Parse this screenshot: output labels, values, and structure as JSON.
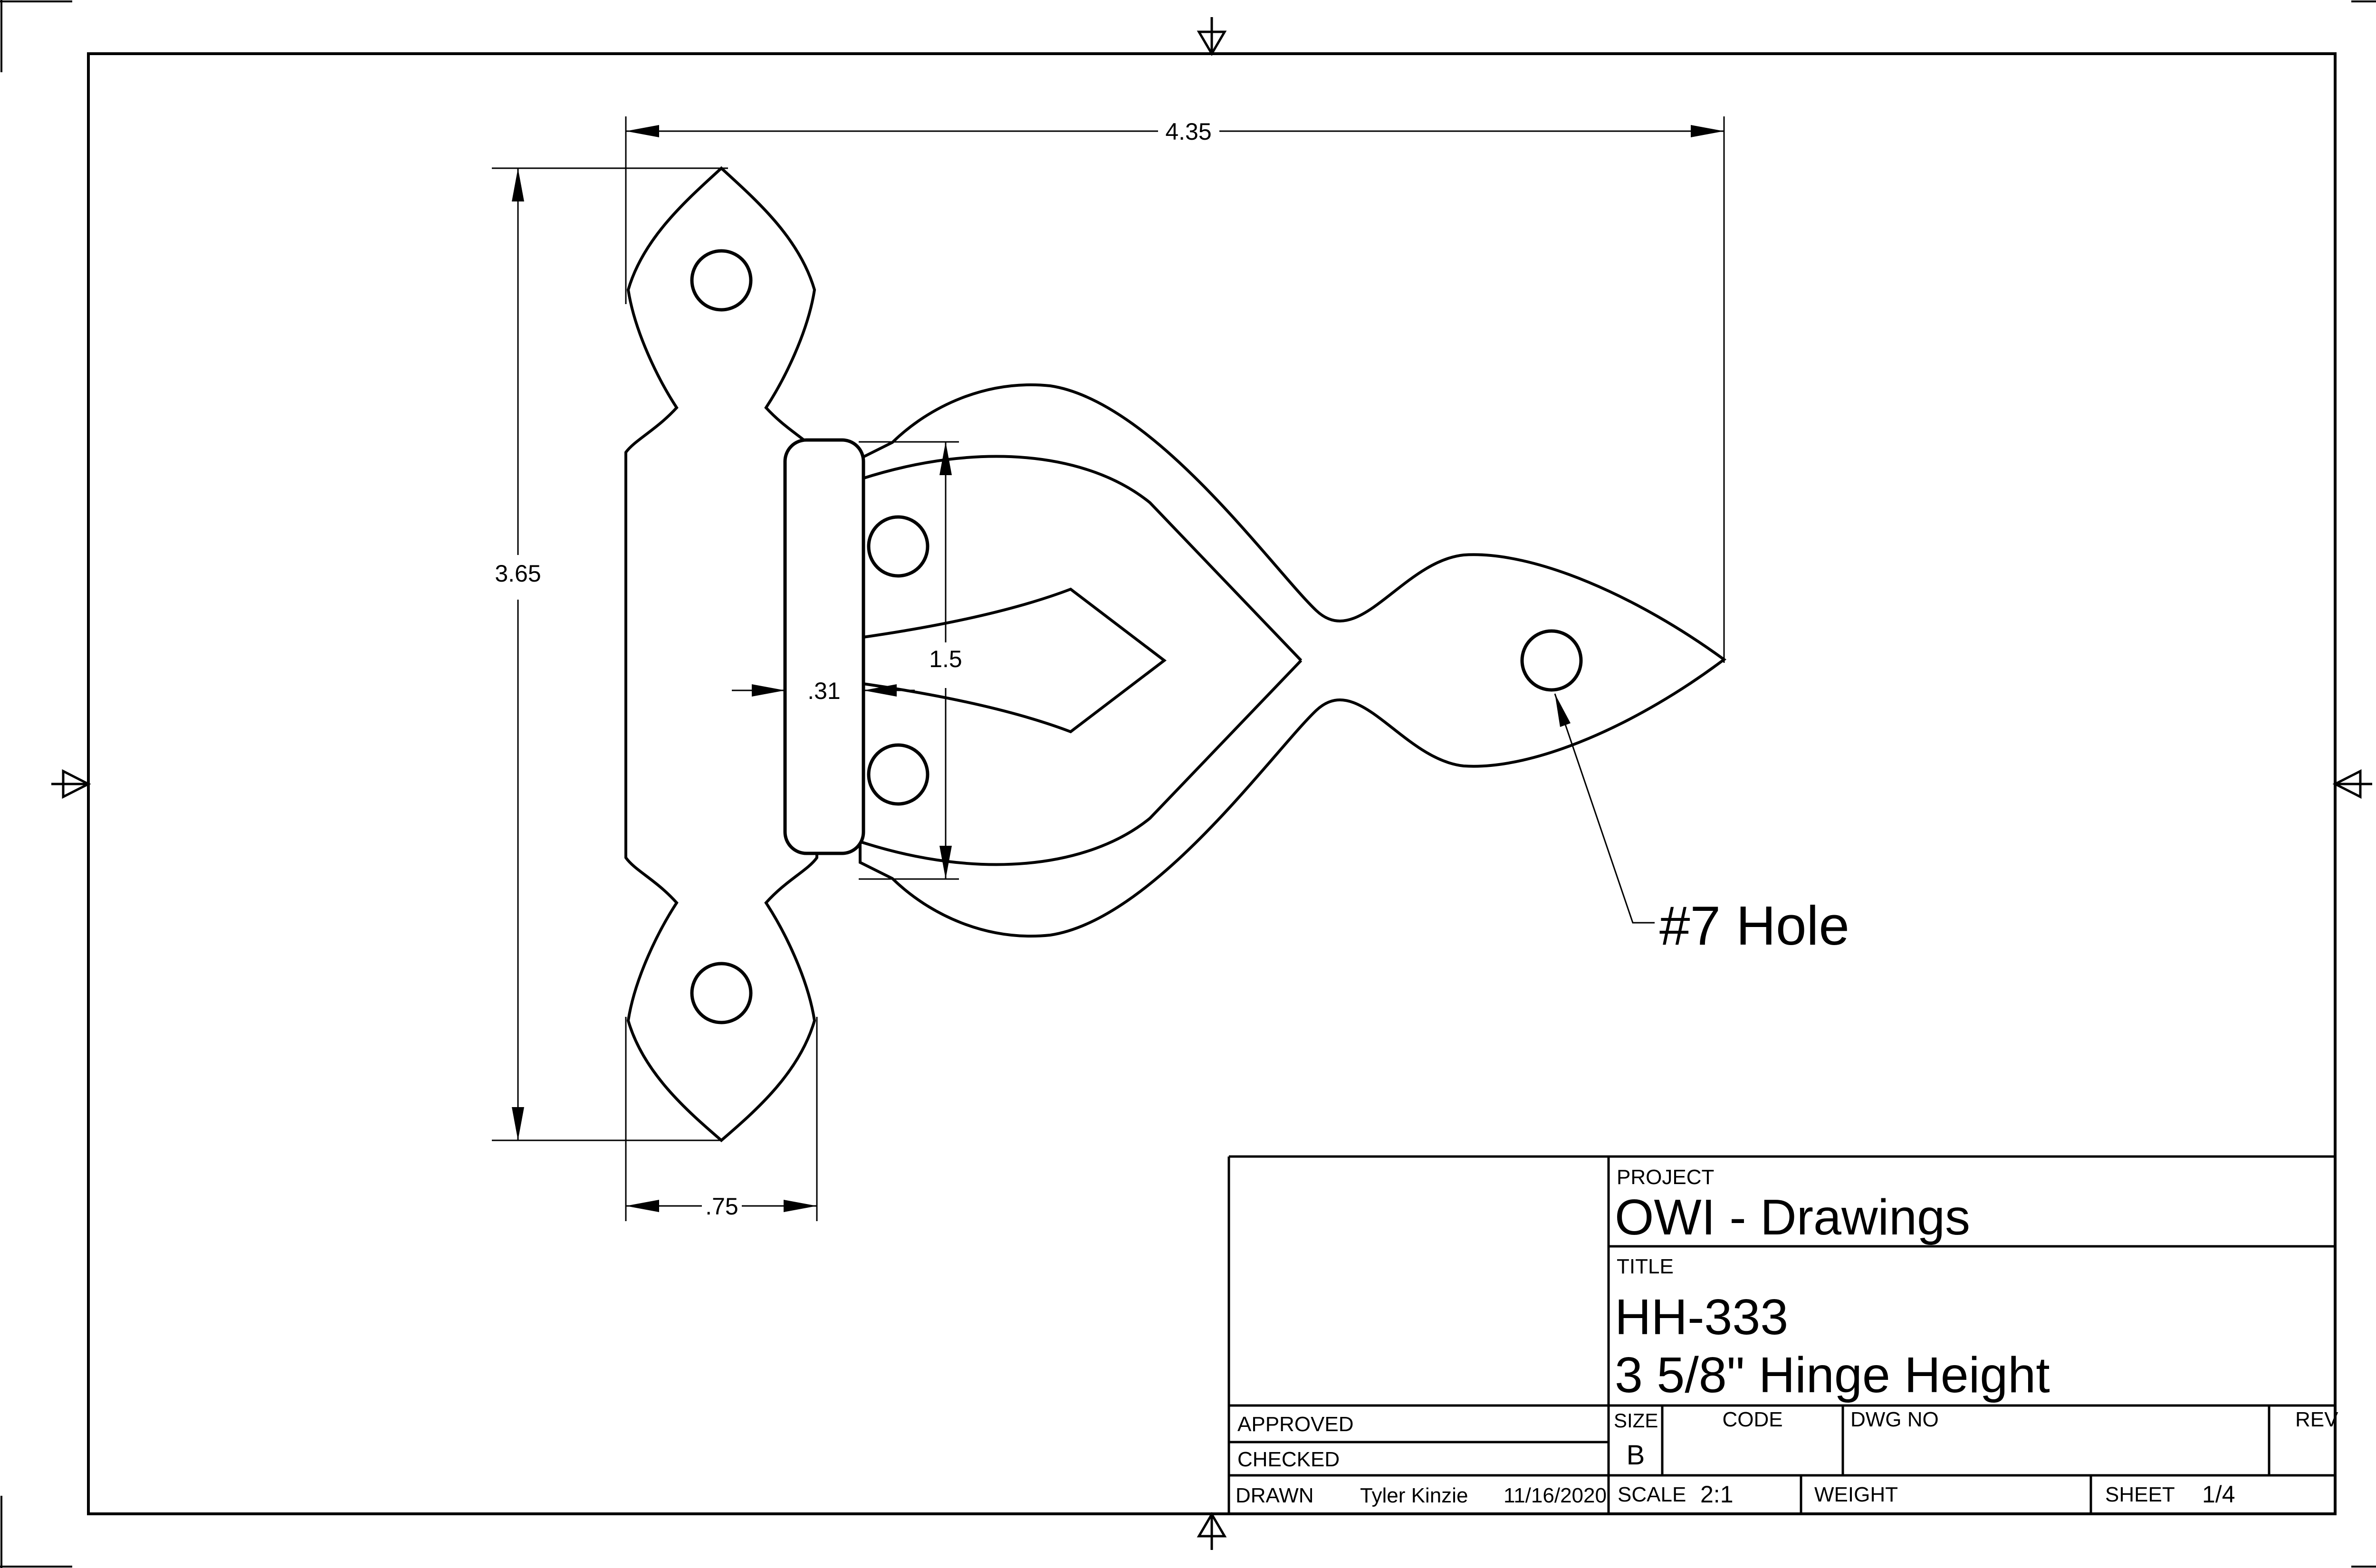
{
  "sheet": {
    "background_color": "#ffffff",
    "line_color": "#000000"
  },
  "drawing": {
    "dimensions": {
      "overall_width": "4.35",
      "overall_height": "3.65",
      "plate_width": ".75",
      "barrel_width": ".31",
      "mouth_height": "1.5"
    },
    "annotations": {
      "hole_note": "#7 Hole"
    }
  },
  "title_block": {
    "project_label": "PROJECT",
    "project": "OWI - Drawings",
    "title_label": "TITLE",
    "title_line1": "HH-333",
    "title_line2": "3 5/8\" Hinge Height",
    "approved_label": "APPROVED",
    "checked_label": "CHECKED",
    "drawn_label": "DRAWN",
    "drawn_by": "Tyler Kinzie",
    "drawn_date": "11/16/2020",
    "size_label": "SIZE",
    "size": "B",
    "code_label": "CODE",
    "dwg_no_label": "DWG NO",
    "rev_label": "REV",
    "scale_label": "SCALE",
    "scale": "2:1",
    "weight_label": "WEIGHT",
    "sheet_label": "SHEET",
    "sheet": "1/4"
  }
}
